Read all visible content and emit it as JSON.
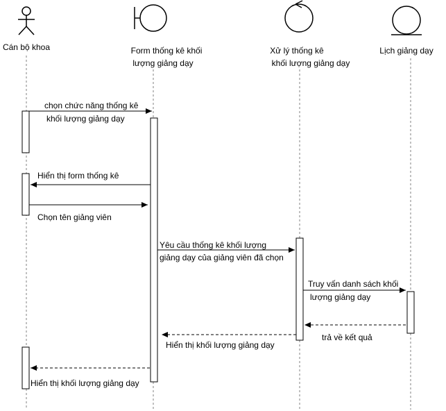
{
  "participants": {
    "actor": "Cán bộ khoa",
    "boundary": [
      "Form thống kê khối",
      "lượng giảng dạy"
    ],
    "control": [
      "Xử lý thống kê",
      "khối lượng giảng dạy"
    ],
    "entity": "Lịch giảng dạy"
  },
  "messages": {
    "m1": [
      "chọn chức năng thống kê",
      "khối lượng giảng dạy"
    ],
    "m2": "Hiển thị form thống kê",
    "m3": "Chọn tên giảng viên",
    "m4": [
      "Yêu cầu thống kê khối lượng",
      "giảng dạy của giảng viên đã chọn"
    ],
    "m5": [
      "Truy vấn danh sách khối",
      "lượng giảng dạy"
    ],
    "m6": "trả về kết quả",
    "m7": "Hiển thị khối lượng giảng dạy",
    "m8": "Hiển thị khối lượng giảng dạy"
  },
  "colors": {
    "line": "#000000",
    "lifeline": "#808080",
    "background": "#ffffff"
  }
}
